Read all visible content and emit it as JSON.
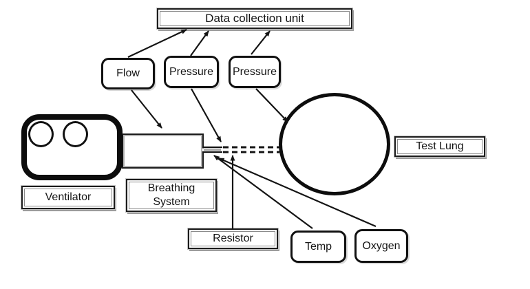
{
  "diagram": {
    "description": "Ventilator test bench schematic",
    "nodes": {
      "data_collection_unit": {
        "label": "Data collection unit"
      },
      "flow": {
        "label": "Flow"
      },
      "pressure_1": {
        "label": "Pressure"
      },
      "pressure_2": {
        "label": "Pressure"
      },
      "ventilator": {
        "label": "Ventilator"
      },
      "breathing_system": {
        "label": "Breathing System"
      },
      "test_lung": {
        "label": "Test Lung"
      },
      "resistor": {
        "label": "Resistor"
      },
      "temp": {
        "label": "Temp"
      },
      "oxygen": {
        "label": "Oxygen"
      }
    },
    "connections": [
      {
        "from": "flow",
        "to": "data_collection_unit"
      },
      {
        "from": "pressure_1",
        "to": "data_collection_unit"
      },
      {
        "from": "pressure_2",
        "to": "data_collection_unit"
      },
      {
        "from": "flow",
        "to": "breathing_system"
      },
      {
        "from": "pressure_1",
        "to": "circuit_junction"
      },
      {
        "from": "pressure_2",
        "to": "test_lung"
      },
      {
        "from": "resistor",
        "to": "circuit_junction"
      },
      {
        "from": "temp",
        "to": "circuit_junction"
      },
      {
        "from": "oxygen",
        "to": "circuit_junction"
      }
    ],
    "colors": {
      "ink": "#141414",
      "shadow_gray": "#9c9c9c",
      "background": "#ffffff"
    }
  }
}
